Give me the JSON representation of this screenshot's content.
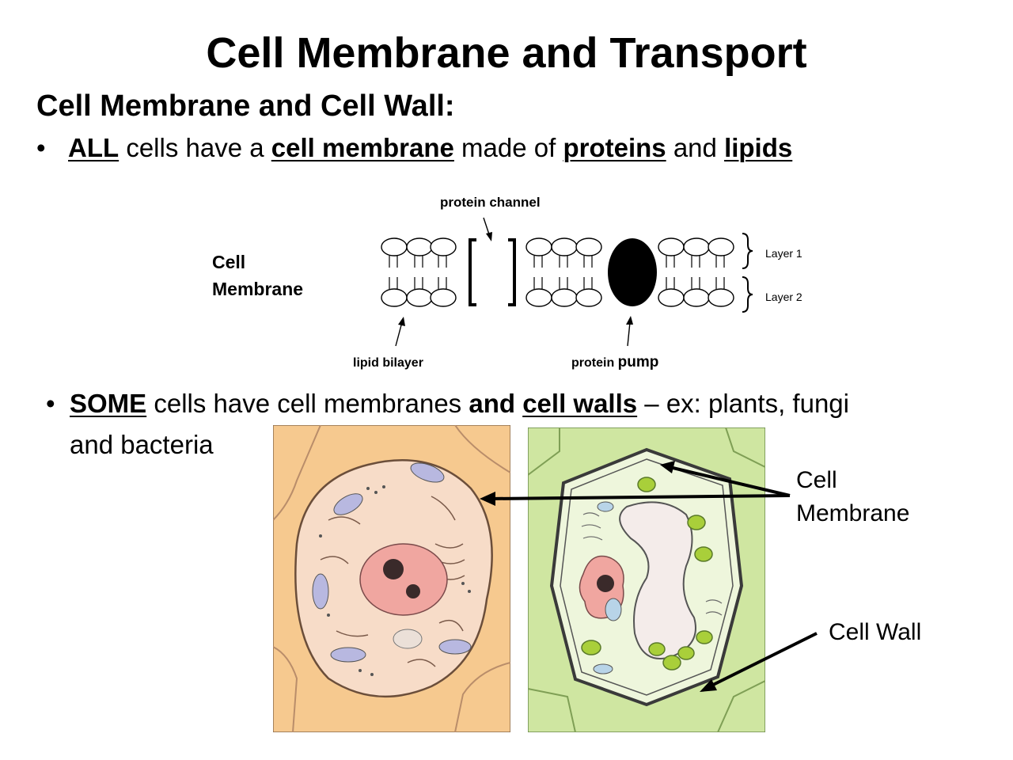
{
  "title": "Cell Membrane and Transport",
  "subheading": "Cell Membrane and Cell Wall:",
  "bullet1": {
    "mark": "•",
    "all": "ALL",
    "t1": " cells have a ",
    "cell_membrane": "cell membrane",
    "t2": " made of ",
    "proteins": "proteins",
    "t3": " and ",
    "lipids": "lipids"
  },
  "diagram": {
    "membrane_label_line1": "Cell",
    "membrane_label_line2": "Membrane",
    "protein_channel": "protein channel",
    "lipid_bilayer": "lipid bilayer",
    "protein_pump_a": "protein ",
    "protein_pump_b": "pump",
    "layer1": "Layer 1",
    "layer2": "Layer 2"
  },
  "bullet2": {
    "mark": "•",
    "some": "SOME",
    "t1": " cells have cell membranes ",
    "and": "and",
    "space": " ",
    "cell_walls": "cell walls",
    "t2": " – ex: plants, fungi",
    "cont": "and bacteria"
  },
  "figure": {
    "cell_membrane_line1": "Cell",
    "cell_membrane_line2": "Membrane",
    "cell_wall": "Cell Wall"
  },
  "colors": {
    "animal_bg": "#f6c98f",
    "animal_cell": "#f7dcc8",
    "nucleus": "#f0a6a0",
    "plant_bg": "#cfe6a1",
    "plant_cell": "#eef6dc",
    "vacuole": "#f4ecea",
    "chloroplast": "#a9cf3a"
  }
}
